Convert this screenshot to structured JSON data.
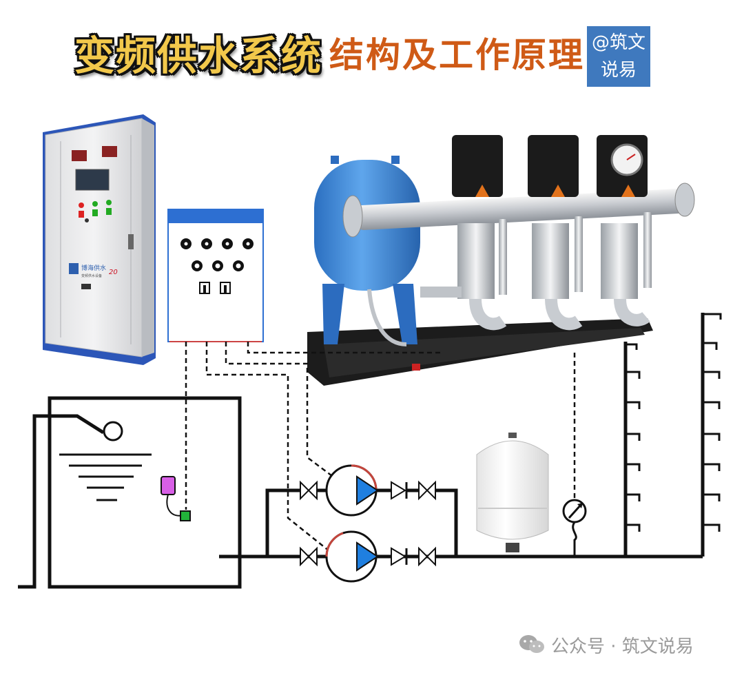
{
  "title": {
    "main": "变频供水系统",
    "sub": "结构及工作原理"
  },
  "badge": {
    "line1": "@筑文",
    "line2": "说易"
  },
  "cabinet": {
    "brand_label": "博海供水",
    "brand_sub": "变频供水设备",
    "brand_badge": "20"
  },
  "footer": {
    "text": "公众号 · 筑文说易"
  },
  "colors": {
    "title_main": "#f2c84b",
    "title_sub": "#cf5a16",
    "badge_bg": "#3f79be",
    "pump_blue": "#1f7fe0",
    "tank_blue": "#3a86d6",
    "float_switch": "#d85fe6",
    "sensor_green": "#22b33a",
    "control_box_top": "#2d6fd2"
  }
}
